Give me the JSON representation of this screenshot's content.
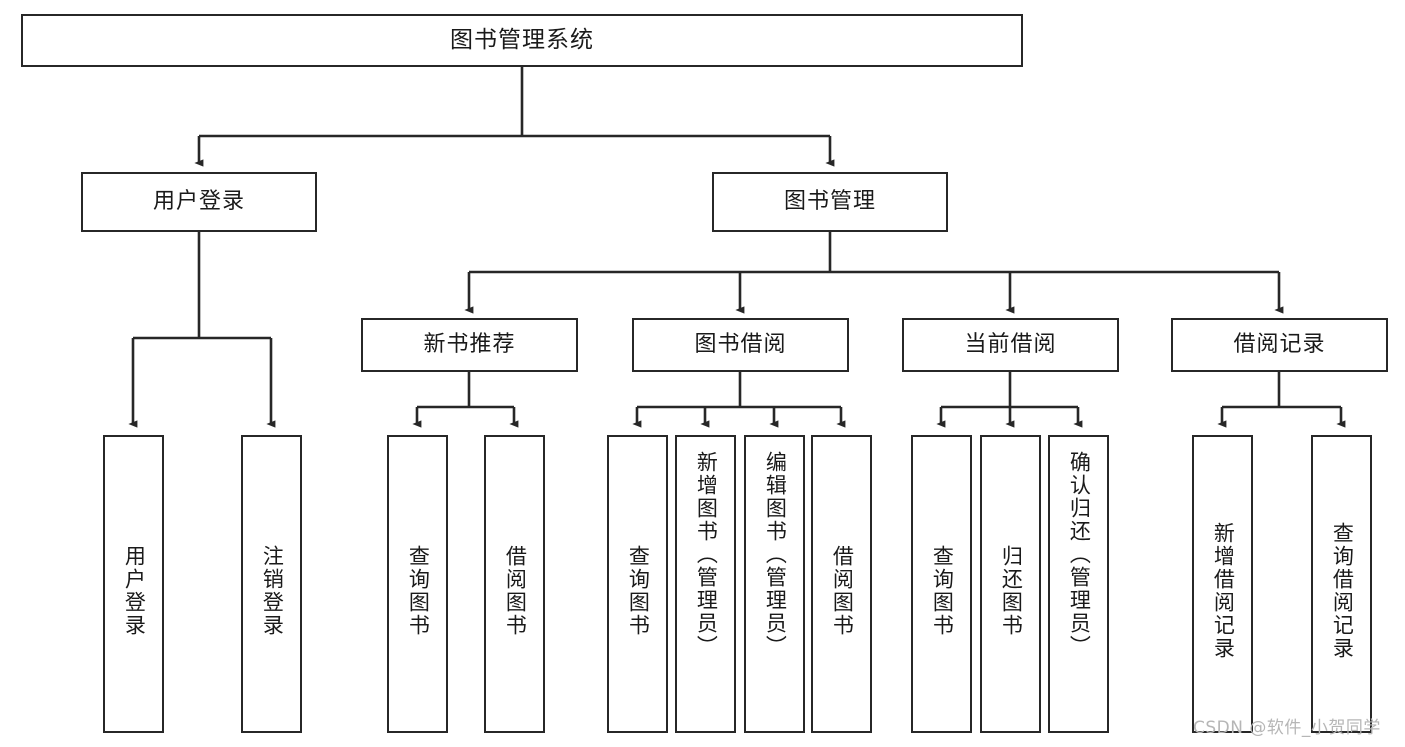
{
  "diagram": {
    "title": "图书管理系统",
    "type": "tree-structure-diagram",
    "root": {
      "label": "图书管理系统"
    },
    "level2": [
      {
        "label": "用户登录"
      },
      {
        "label": "图书管理"
      }
    ],
    "level3": [
      {
        "label": "新书推荐"
      },
      {
        "label": "图书借阅"
      },
      {
        "label": "当前借阅"
      },
      {
        "label": "借阅记录"
      }
    ],
    "leaves": {
      "user_login": [
        {
          "label": "用户登录"
        },
        {
          "label": "注销登录"
        }
      ],
      "new_book_recommend": [
        {
          "label": "查询图书"
        },
        {
          "label": "借阅图书"
        }
      ],
      "book_borrow": [
        {
          "label": "查询图书"
        },
        {
          "label": "新增图书（管理员）"
        },
        {
          "label": "编辑图书（管理员）"
        },
        {
          "label": "借阅图书"
        }
      ],
      "current_borrow": [
        {
          "label": "查询图书"
        },
        {
          "label": "归还图书"
        },
        {
          "label": "确认归还（管理员）"
        }
      ],
      "borrow_record": [
        {
          "label": "新增借阅记录"
        },
        {
          "label": "查询借阅记录"
        }
      ]
    },
    "watermark": "CSDN @软件_小贺同学",
    "colors": {
      "stroke": "#272727",
      "background": "#ffffff",
      "text": "#1a1a1a",
      "watermark": "#b6b6b6"
    }
  }
}
